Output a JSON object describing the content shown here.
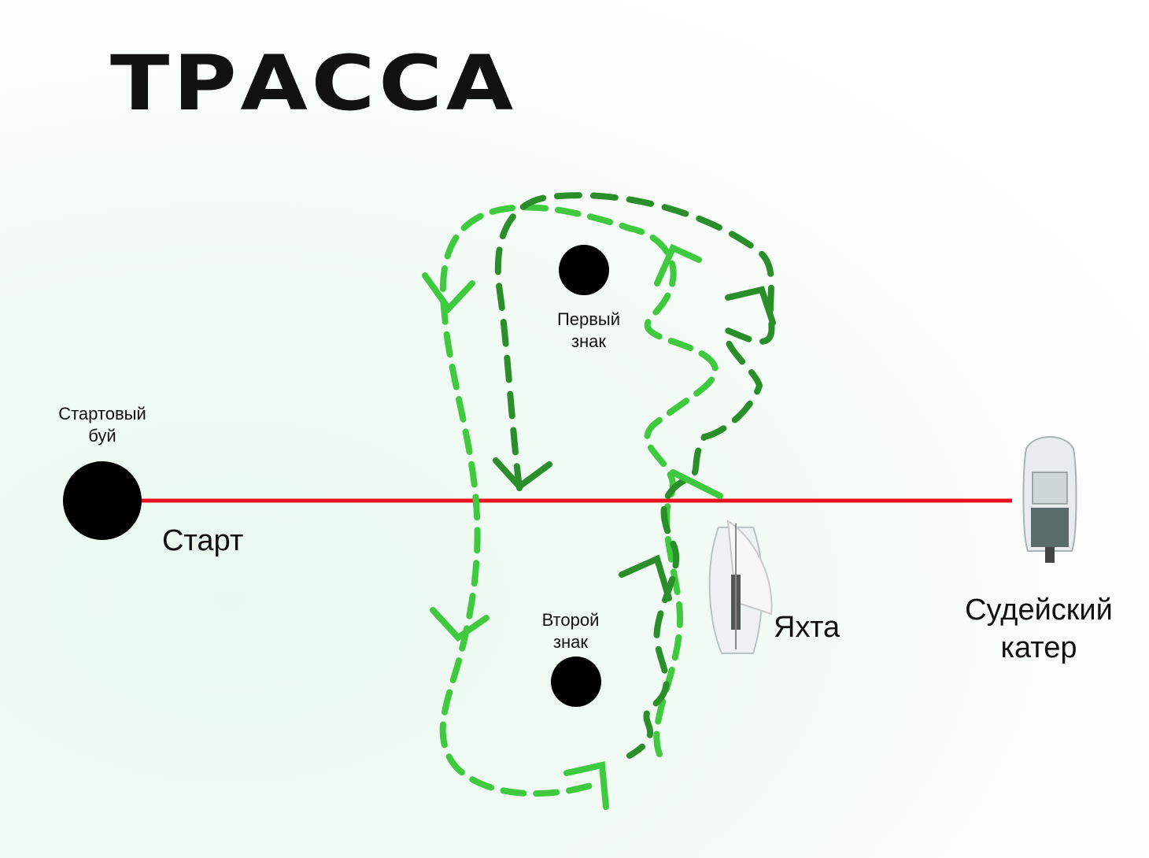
{
  "title": "ТРАССА",
  "labels": {
    "start_buoy_line1": "Стартовый",
    "start_buoy_line2": "буй",
    "start": "Старт",
    "first_mark_line1": "Первый",
    "first_mark_line2": "знак",
    "second_mark_line1": "Второй",
    "second_mark_line2": "знак",
    "yacht": "Яхта",
    "judge_boat_line1": "Судейский",
    "judge_boat_line2": "катер"
  },
  "colors": {
    "start_line": "#e8101e",
    "light_path": "#3ec93e",
    "dark_path": "#2a8f2a",
    "marks": "#000000"
  }
}
